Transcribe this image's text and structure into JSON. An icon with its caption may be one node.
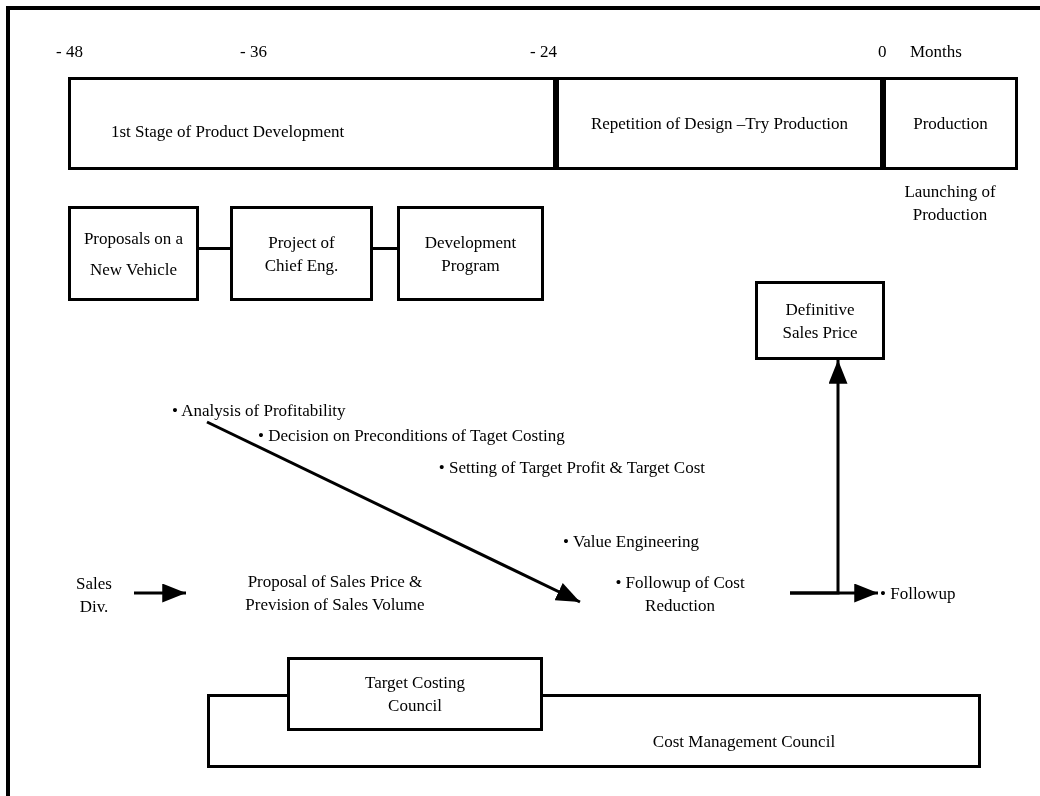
{
  "diagram": {
    "nodes": [
      {
        "text": [
          "1st Stage of Product Development"
        ]
      },
      {
        "text": [
          "Repetition of Design –Try Production"
        ]
      },
      {
        "text": [
          "Production"
        ]
      },
      {
        "text": [
          "Proposals on a New Vehicle"
        ]
      },
      {
        "text": [
          "Project of Chief Eng."
        ]
      },
      {
        "text": [
          "Development Program"
        ]
      },
      {
        "text": [
          "Definitive Sales Price"
        ]
      },
      {
        "text": [
          "• Analysis of Profitability"
        ]
      },
      {
        "text": [
          "Sales Div."
        ]
      },
      {
        "text": [
          "Proposal of Sales Price & Prevision of Sales Volume"
        ]
      },
      {
        "text": [
          "• Followup of Cost Reduction"
        ]
      },
      {
        "text": [
          "• Followup"
        ]
      },
      {
        "text": [
          "Cost Management Council"
        ]
      },
      {
        "text": [
          "Target Costing Council"
        ]
      }
    ],
    "edges": [
      {
        "from": 3,
        "to": 4,
        "arrow": "none"
      },
      {
        "from": 4,
        "to": 5,
        "arrow": "none"
      },
      {
        "from": 7,
        "to": 10,
        "arrow": "to"
      },
      {
        "from": 8,
        "to": 9,
        "arrow": "to"
      },
      {
        "from": 10,
        "to": 11,
        "arrow": "to"
      },
      {
        "from": 10,
        "to": 6,
        "arrow": "to"
      }
    ],
    "labels": [
      "- 48",
      "- 36",
      "- 24",
      "0",
      "Months",
      "Launching of Production",
      "• Decision on Preconditions of Taget Costing",
      "• Setting of Target Profit & Target Cost",
      "• Value Engineering"
    ]
  }
}
